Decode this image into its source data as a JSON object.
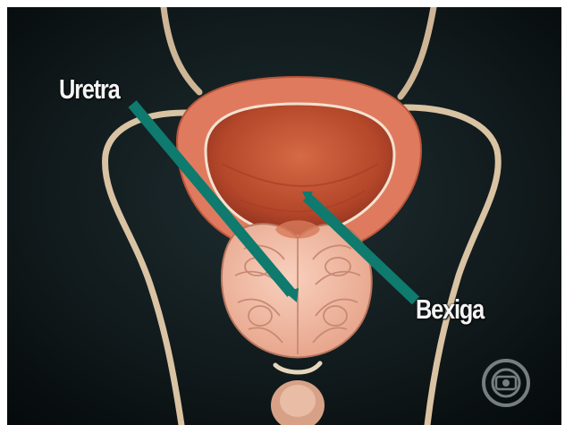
{
  "labels": {
    "uretra": "Uretra",
    "bexiga": "Bexiga"
  },
  "colors": {
    "background": "#0d1517",
    "pointer": "#0f7a6e",
    "bladder_wall": "#e07a5e",
    "bladder_inner": "#c24e2e",
    "prostate": "#f2b79f",
    "vessel": "#d9c3a3"
  },
  "icons": {
    "broadcaster_logo": "globo-logo"
  }
}
